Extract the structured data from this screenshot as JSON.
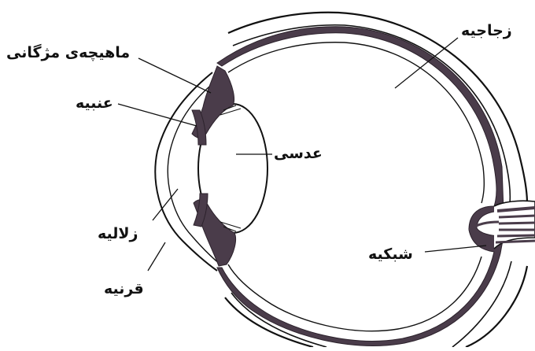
{
  "diagram": {
    "labels": {
      "ciliary_muscle": "ماهیچه‌ی مژگانی",
      "iris": "عنبیه",
      "lens": "عدسی",
      "aqueous_humor": "زلالیه",
      "cornea": "قرنیه",
      "vitreous": "زجاجیه",
      "retina": "شبکیه"
    },
    "colors": {
      "line": "#111111",
      "tissue": "#4a3c4a",
      "tissue_dark": "#2c222c",
      "background": "#ffffff"
    }
  }
}
